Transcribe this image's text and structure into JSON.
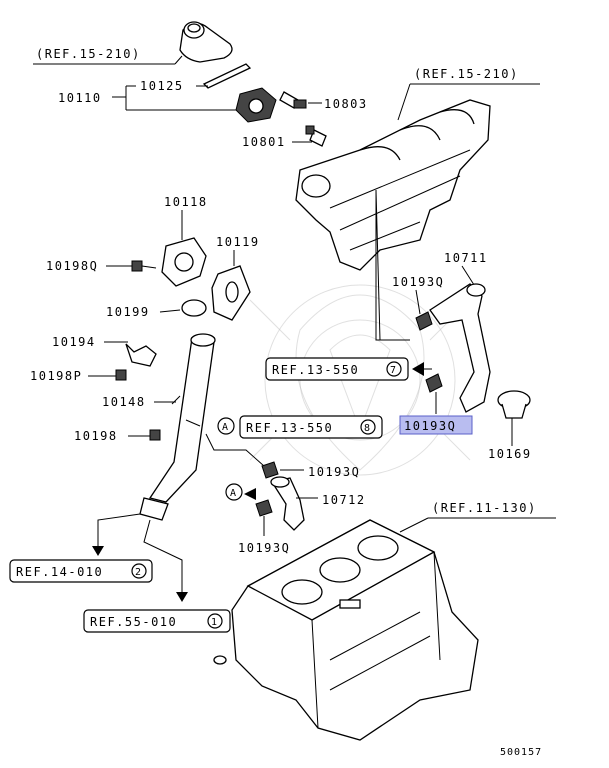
{
  "refs": {
    "ref_15_210_top": "(REF.15-210)",
    "ref_15_210_right": "(REF.15-210)",
    "ref_11_130": "(REF.11-130)",
    "ref_13_550_7": "REF.13-550",
    "ref_13_550_7_num": "7",
    "ref_13_550_8": "REF.13-550",
    "ref_13_550_8_num": "8",
    "ref_14_010": "REF.14-010",
    "ref_14_010_num": "2",
    "ref_55_010": "REF.55-010",
    "ref_55_010_num": "1"
  },
  "markers": {
    "a1": "A",
    "a2": "A"
  },
  "parts": {
    "p10125": "10125",
    "p10110": "10110",
    "p10803": "10803",
    "p10801": "10801",
    "p10118": "10118",
    "p10119": "10119",
    "p10198Q": "10198Q",
    "p10199": "10199",
    "p10194": "10194",
    "p10198P": "10198P",
    "p10148": "10148",
    "p10198": "10198",
    "p10711": "10711",
    "p10193Q_a": "10193Q",
    "p10193Q_hl": "10193Q",
    "p10169": "10169",
    "p10193Q_b": "10193Q",
    "p10712": "10712",
    "p10193Q_c": "10193Q"
  },
  "footer": {
    "diagram_id": "500157"
  },
  "colors": {
    "highlight_fill": "#b9bdf0",
    "highlight_border": "#5a60c8"
  }
}
